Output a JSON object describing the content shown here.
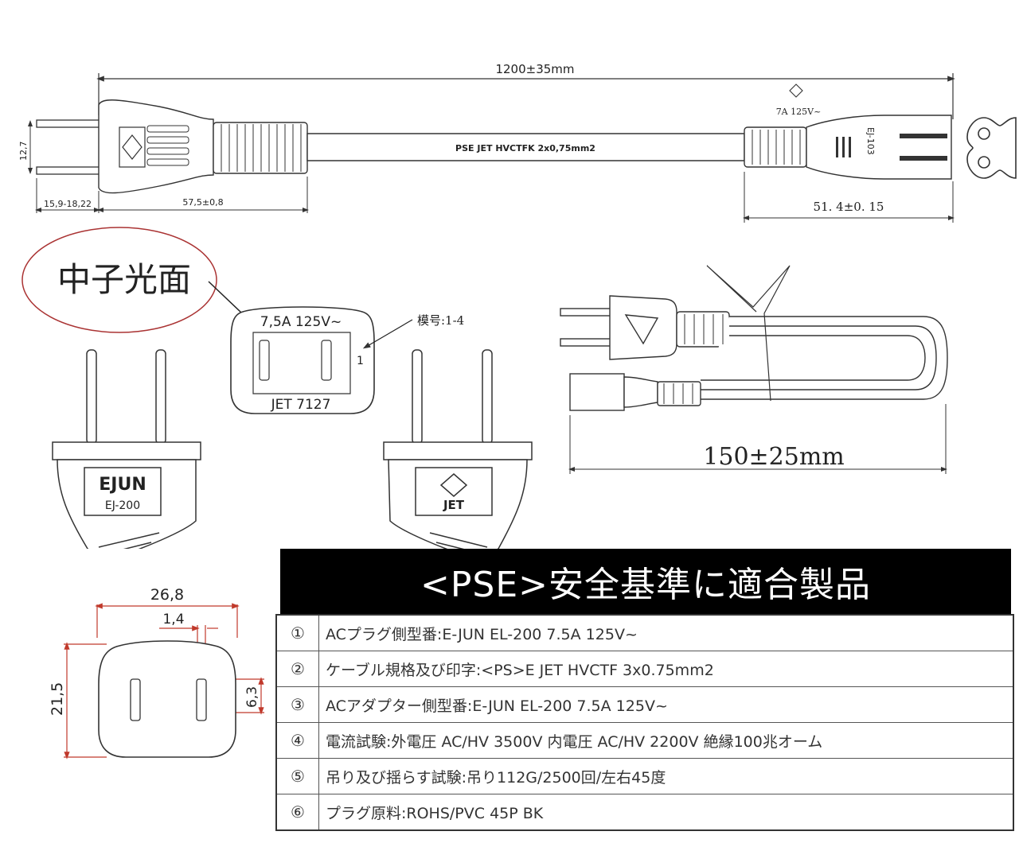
{
  "top": {
    "overall_length": "1200±35mm",
    "pin_spacing": "12,7",
    "pin_length": "15,9-18,22",
    "plug_length": "57,5±0,8",
    "cable_print": "PSE JET  HVCTFK 2x0,75mm2",
    "rating_top": "7A  125V~",
    "connector_length": "51. 4±0. 15",
    "connector_vertical_text": "EJ-103"
  },
  "middle": {
    "oval_label": "中子光面",
    "face_rating": "7,5A 125V~",
    "face_model": "JET 7127",
    "face_number": "1",
    "mold_label": "模号:1-4",
    "plug_left_brand": "EJUN",
    "plug_left_model": "EJ-200",
    "plug_right_mark": "JET",
    "coil_length": "150±25mm"
  },
  "bottom_dims": {
    "width": "26,8",
    "gap": "1,4",
    "height": "21,5",
    "slot": "6,3"
  },
  "spec": {
    "title": "<PSE>安全基準に適合製品",
    "rows": [
      {
        "num": "①",
        "text": "ACプラグ側型番:E-JUN EL-200 7.5A 125V~"
      },
      {
        "num": "②",
        "text": "ケーブル規格及び印字:<PS>E JET HVCTF 3x0.75mm2"
      },
      {
        "num": "③",
        "text": "ACアダプター側型番:E-JUN EL-200 7.5A 125V~"
      },
      {
        "num": "④",
        "text": "電流試験:外電圧 AC/HV 3500V 内電圧 AC/HV 2200V 絶縁100兆オーム"
      },
      {
        "num": "⑤",
        "text": "吊り及び揺らす試験:吊り112G/2500回/左右45度"
      },
      {
        "num": "⑥",
        "text": "プラグ原料:ROHS/PVC 45P BK"
      }
    ]
  },
  "colors": {
    "line": "#333333",
    "red": "#c0392b",
    "panel_bg": "#000000"
  }
}
